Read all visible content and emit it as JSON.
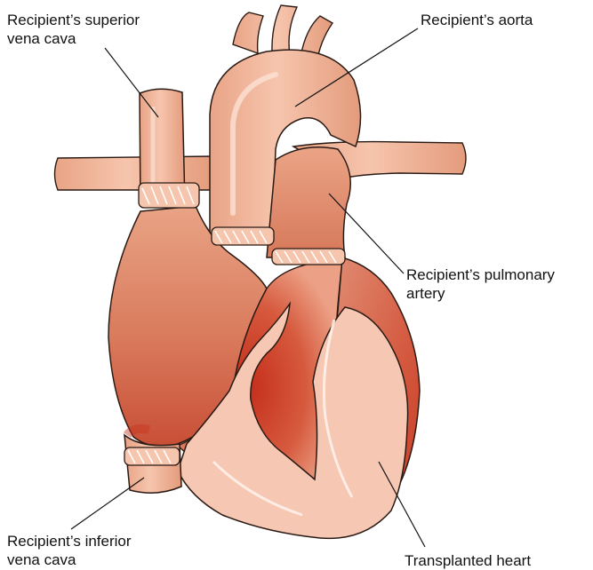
{
  "labels": {
    "svc": {
      "line1": "Recipient’s superior",
      "line2": "vena cava"
    },
    "aorta": {
      "line1": "Recipient’s aorta"
    },
    "pulmonary": {
      "line1": "Recipient’s pulmonary",
      "line2": "artery"
    },
    "ivc": {
      "line1": "Recipient’s inferior",
      "line2": "vena cava"
    },
    "heart": {
      "line1": "Transplanted heart"
    }
  },
  "colors": {
    "vessel": "#f2b79b",
    "vessel_dark": "#e0906f",
    "heart_pale": "#f6c7b2",
    "heart_red": "#c8331f",
    "outline": "#2a1a14",
    "suture": "#ffffff"
  }
}
